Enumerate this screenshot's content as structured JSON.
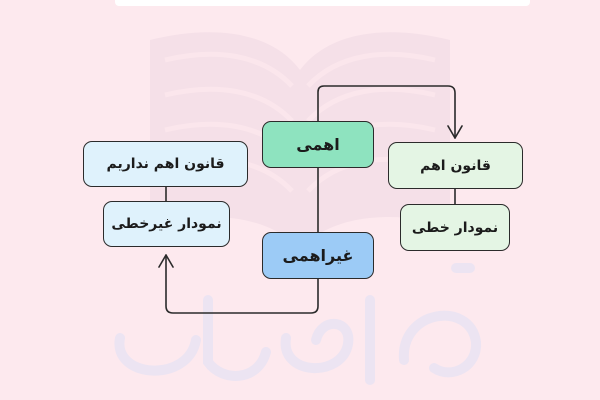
{
  "colors": {
    "background": "#fde9ee",
    "teal_node": "#8ee3bf",
    "blue_node": "#9ccbf6",
    "light_blue_node": "#dff2fc",
    "light_green_node": "#e4f5e4",
    "line": "#2b2b2b"
  },
  "nodes": {
    "ordinal": "اهمی",
    "non_ordinal": "غیراهمی",
    "has_law": "قانون اهم",
    "line_chart": "نمودار خطی",
    "no_law": "قانون اهم نداریم",
    "nonlinear_chart": "نمودار غیرخطی"
  },
  "watermark": {
    "brand_text": "فرادرس"
  }
}
